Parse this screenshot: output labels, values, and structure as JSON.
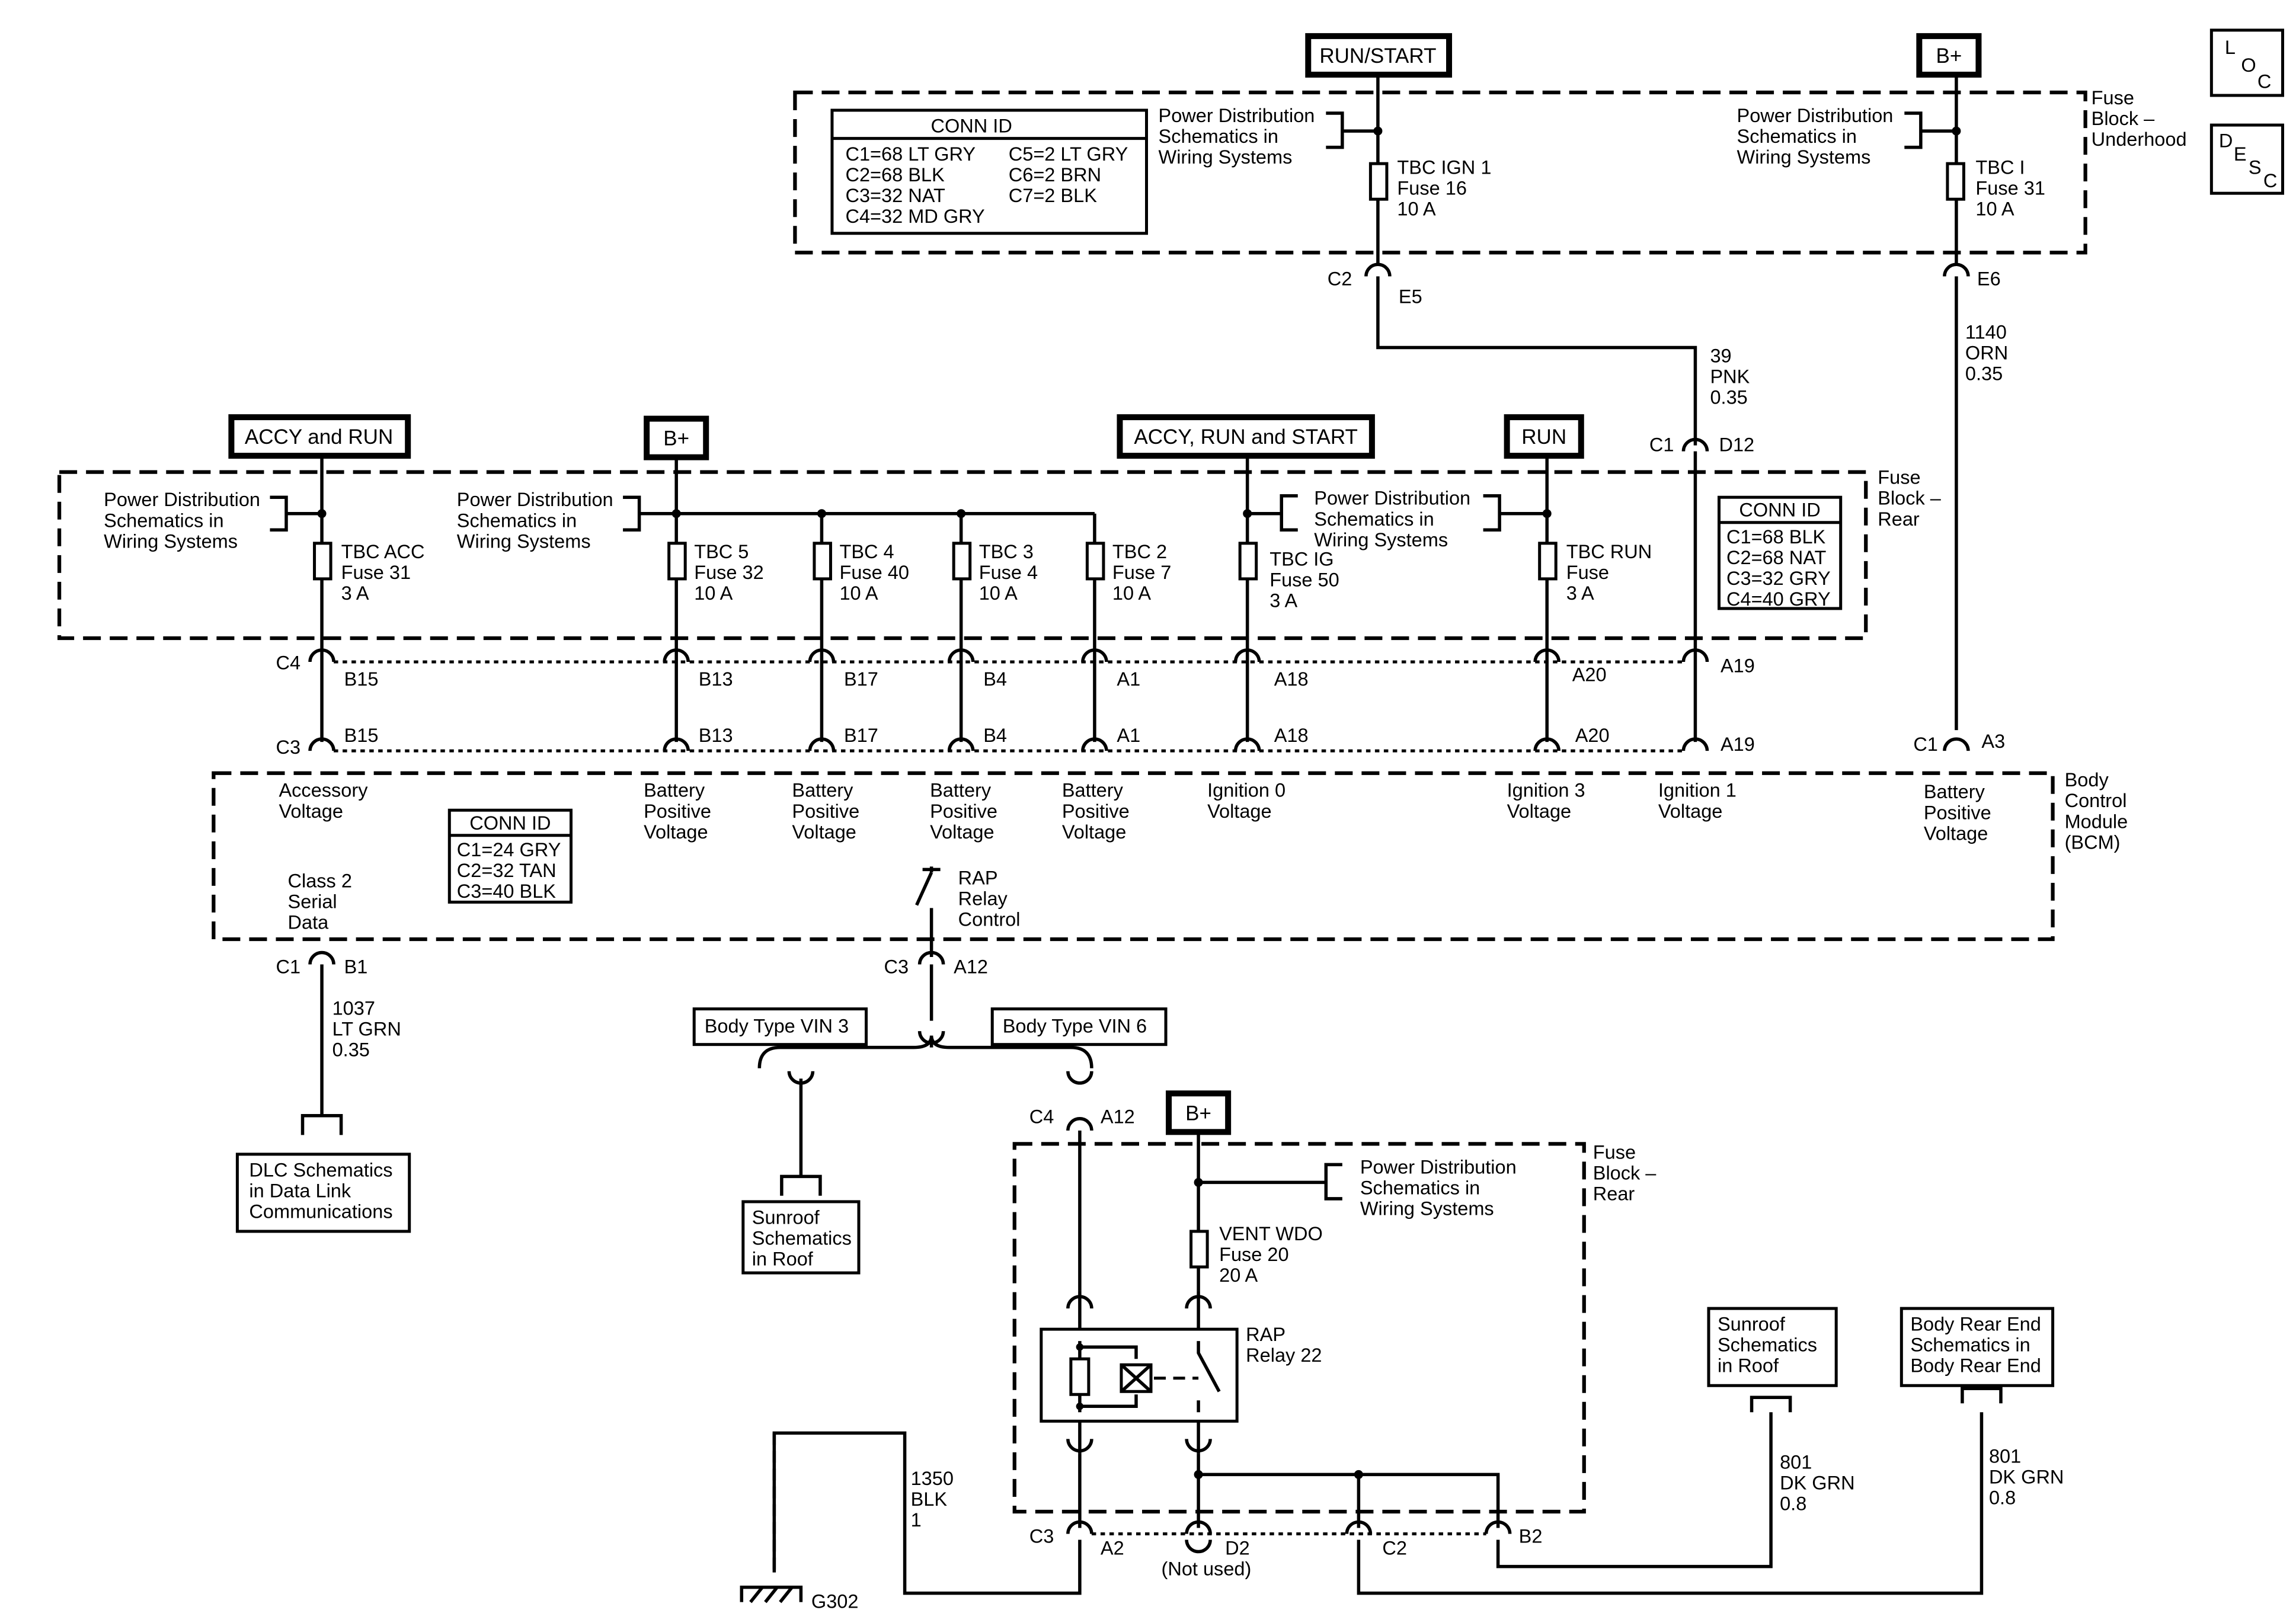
{
  "supplies": {
    "run_start": "RUN/START",
    "b_plus": "B+",
    "accy_run": "ACCY and RUN",
    "accy_run_start": "ACCY, RUN and START",
    "run": "RUN"
  },
  "legend": {
    "loc": [
      "L",
      "O",
      "C"
    ],
    "desc": [
      "D",
      "E",
      "S",
      "C"
    ]
  },
  "fuse_block_underhood": {
    "label": [
      "Fuse",
      "Block –",
      "Underhood"
    ],
    "conn_id": {
      "title": "CONN ID",
      "left": [
        "C1=68 LT GRY",
        "C2=68 BLK",
        "C3=32 NAT",
        "C4=32 MD GRY"
      ],
      "right": [
        "C5=2 LT GRY",
        "C6=2 BRN",
        "C7=2 BLK"
      ]
    },
    "pds_ref": [
      "Power Distribution",
      "Schematics in",
      "Wiring Systems"
    ],
    "fuse_ign": [
      "TBC IGN 1",
      "Fuse 16",
      "10 A"
    ],
    "fuse_tbci": [
      "TBC I",
      "Fuse 31",
      "10 A"
    ],
    "c2": "C2",
    "e5": "E5",
    "e6": "E6"
  },
  "wire_39": [
    "39",
    "PNK",
    "0.35"
  ],
  "wire_1140": [
    "1140",
    "ORN",
    "0.35"
  ],
  "wire_1037": [
    "1037",
    "LT GRN",
    "0.35"
  ],
  "wire_1350": [
    "1350",
    "BLK",
    "1"
  ],
  "wire_801": [
    "801",
    "DK GRN",
    "0.8"
  ],
  "fuse_block_rear": {
    "label": [
      "Fuse",
      "Block –",
      "Rear"
    ],
    "pds_ref": [
      "Power Distribution",
      "Schematics in",
      "Wiring Systems"
    ],
    "fuse_acc": [
      "TBC ACC",
      "Fuse 31",
      "3 A"
    ],
    "fuse_tbc5": [
      "TBC 5",
      "Fuse 32",
      "10 A"
    ],
    "fuse_tbc4": [
      "TBC 4",
      "Fuse 40",
      "10 A"
    ],
    "fuse_tbc3": [
      "TBC 3",
      "Fuse 4",
      "10 A"
    ],
    "fuse_tbc2": [
      "TBC 2",
      "Fuse 7",
      "10 A"
    ],
    "fuse_tbcig": [
      "TBC IG",
      "Fuse 50",
      "3 A"
    ],
    "fuse_tbcrun": [
      "TBC RUN",
      "Fuse",
      "3 A"
    ],
    "conn_id": {
      "title": "CONN ID",
      "lines": [
        "C1=68 BLK",
        "C2=68 NAT",
        "C3=32 GRY",
        "C4=40 GRY"
      ]
    },
    "c1": "C1",
    "d12": "D12",
    "c4": "C4",
    "c3": "C3",
    "pins_upper": [
      "B15",
      "B13",
      "B17",
      "B4",
      "A1",
      "A18",
      "A20",
      "A19"
    ],
    "pins_lower": [
      "B15",
      "B13",
      "B17",
      "B4",
      "A1",
      "A18",
      "A20",
      "A19"
    ]
  },
  "bcm": {
    "label": [
      "Body",
      "Control",
      "Module",
      "(BCM)"
    ],
    "c1": "C1",
    "a3": "A3",
    "accessory": [
      "Accessory",
      "Voltage"
    ],
    "battery_positive": [
      "Battery",
      "Positive",
      "Voltage"
    ],
    "ignition0": [
      "Ignition 0",
      "Voltage"
    ],
    "ignition3": [
      "Ignition 3",
      "Voltage"
    ],
    "ignition1": [
      "Ignition 1",
      "Voltage"
    ],
    "conn_id": {
      "title": "CONN ID",
      "lines": [
        "C1=24 GRY",
        "C2=32 TAN",
        "C3=40 BLK"
      ]
    },
    "class2": [
      "Class 2",
      "Serial",
      "Data"
    ],
    "rap_control": [
      "RAP",
      "Relay",
      "Control"
    ],
    "c1_b": "C1",
    "b1": "B1",
    "c3": "C3",
    "a12": "A12"
  },
  "body_vin3": "Body Type VIN 3",
  "body_vin6": "Body Type VIN 6",
  "dlc_ref": [
    "DLC Schematics",
    "in Data Link",
    "Communications"
  ],
  "sunroof_ref": [
    "Sunroof",
    "Schematics",
    "in Roof"
  ],
  "body_rear_ref": [
    "Body Rear End",
    "Schematics in",
    "Body Rear End"
  ],
  "rear_fuse_block2": {
    "label": [
      "Fuse",
      "Block –",
      "Rear"
    ],
    "b_plus": "B+",
    "c4": "C4",
    "a12": "A12",
    "pds_ref": [
      "Power Distribution",
      "Schematics in",
      "Wiring Systems"
    ],
    "fuse_vent": [
      "VENT WDO",
      "Fuse 20",
      "20 A"
    ],
    "relay": [
      "RAP",
      "Relay 22"
    ],
    "c3": "C3",
    "a2": "A2",
    "d2": "D2",
    "not_used": "(Not used)",
    "c2": "C2",
    "b2": "B2"
  },
  "ground": "G302"
}
